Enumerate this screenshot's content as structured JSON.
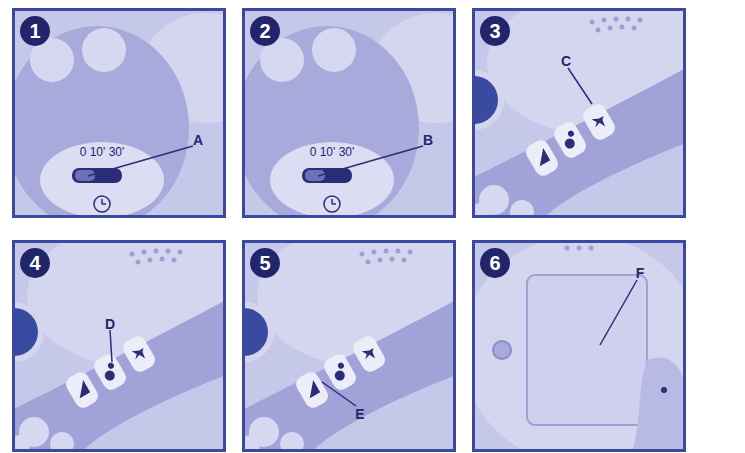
{
  "diagram": {
    "nodes": [
      {
        "text": [
          "1"
        ]
      },
      {
        "text": [
          "2"
        ]
      },
      {
        "text": [
          "3"
        ]
      },
      {
        "text": [
          "4"
        ]
      },
      {
        "text": [
          "5"
        ]
      },
      {
        "text": [
          "6"
        ]
      }
    ],
    "labels": [
      "0 10' 30'",
      "A",
      "0 10' 30'",
      "B",
      "C",
      "D",
      "E",
      "F"
    ]
  }
}
